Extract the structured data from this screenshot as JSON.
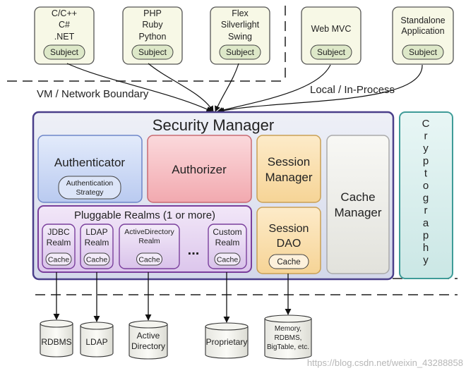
{
  "clients": [
    {
      "lines": [
        "C/C++",
        "C#",
        ".NET"
      ],
      "subject": "Subject"
    },
    {
      "lines": [
        "PHP",
        "Ruby",
        "Python"
      ],
      "subject": "Subject"
    },
    {
      "lines": [
        "Flex",
        "Silverlight",
        "Swing"
      ],
      "subject": "Subject"
    },
    {
      "lines": [
        "Web MVC"
      ],
      "subject": "Subject"
    },
    {
      "lines": [
        "Standalone",
        "Application"
      ],
      "subject": "Subject"
    }
  ],
  "boundaries": {
    "vm_network": "VM / Network Boundary",
    "local_in_process": "Local / In-Process"
  },
  "security_manager": {
    "title": "Security Manager",
    "authenticator": {
      "title": "Authenticator",
      "strategy": [
        "Authentication",
        "Strategy"
      ]
    },
    "authorizer": {
      "title": "Authorizer"
    },
    "session_manager": {
      "lines": [
        "Session",
        "Manager"
      ]
    },
    "cache_manager": {
      "lines": [
        "Cache",
        "Manager"
      ]
    },
    "pluggable_realms": {
      "title": "Pluggable Realms (1 or more)",
      "realms": [
        {
          "lines": [
            "JDBC",
            "Realm"
          ],
          "cache": "Cache"
        },
        {
          "lines": [
            "LDAP",
            "Realm"
          ],
          "cache": "Cache"
        },
        {
          "lines": [
            "ActiveDirectory",
            "Realm"
          ],
          "cache": "Cache"
        },
        {
          "lines": [
            "Custom",
            "Realm"
          ],
          "cache": "Cache"
        }
      ],
      "ellipsis": "..."
    },
    "session_dao": {
      "lines": [
        "Session",
        "DAO"
      ],
      "cache": "Cache"
    }
  },
  "cryptography": {
    "letters": [
      "C",
      "r",
      "y",
      "p",
      "t",
      "o",
      "g",
      "r",
      "a",
      "p",
      "h",
      "y"
    ]
  },
  "datastores": [
    {
      "lines": [
        "RDBMS"
      ]
    },
    {
      "lines": [
        "LDAP"
      ]
    },
    {
      "lines": [
        "Active",
        "Directory"
      ]
    },
    {
      "lines": [
        "Proprietary"
      ]
    },
    {
      "lines": [
        "Memory,",
        "RDBMS,",
        "BigTable, etc."
      ]
    }
  ],
  "watermark": "https://blog.csdn.net/weixin_43288858",
  "colors": {
    "client_fill": "#f7f8e6",
    "subject_fill": "#dde8c8",
    "sm_border": "#4a3f8a",
    "sm_fill": "#dfe3f0",
    "auth_fill": "#cdd9f5",
    "authorizer_fill": "#f7c5c8",
    "session_fill": "#fbe3b8",
    "cache_mgr_fill": "#eeeeea",
    "realms_fill": "#e7d8f1",
    "crypto_fill": "#dcefee"
  }
}
